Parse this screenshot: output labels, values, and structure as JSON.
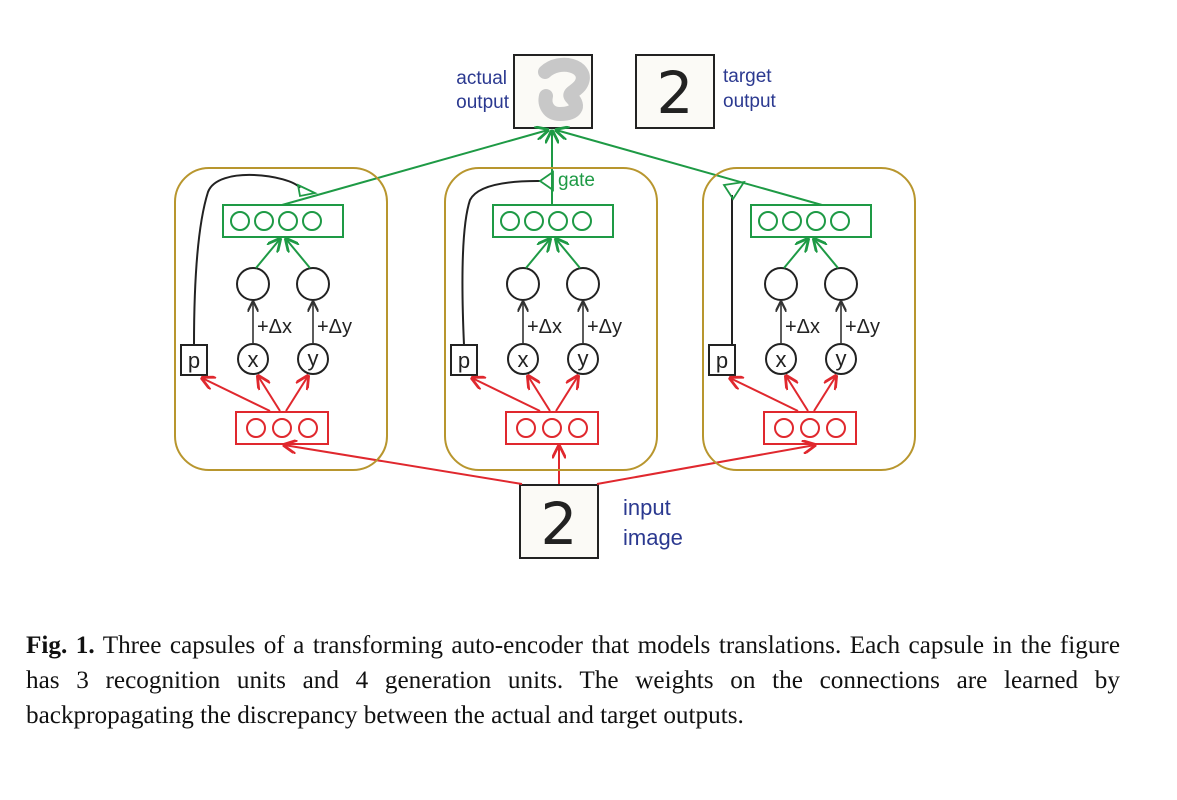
{
  "figure": {
    "output_labels": {
      "actual": [
        "actual",
        "output"
      ],
      "target": [
        "target",
        "output"
      ]
    },
    "input_label": [
      "input",
      "image"
    ],
    "gate_label": "gate",
    "capsules": [
      {
        "p": "p",
        "x": "x",
        "y": "y",
        "dx": "+Δx",
        "dy": "+Δy"
      },
      {
        "p": "p",
        "x": "x",
        "y": "y",
        "dx": "+Δx",
        "dy": "+Δy"
      },
      {
        "p": "p",
        "x": "x",
        "y": "y",
        "dx": "+Δx",
        "dy": "+Δy"
      }
    ],
    "recognition_units": 3,
    "generation_units": 4,
    "digit_glyph": "2",
    "colors": {
      "capsule_border": "#b8962e",
      "generation": "#1e9a45",
      "recognition": "#e0282e",
      "label_text": "#2b3990",
      "gate_wire": "#222222"
    }
  },
  "caption": {
    "label": "Fig. 1.",
    "text": "Three capsules of a transforming auto-encoder that models translations. Each capsule in the figure has 3 recognition units and 4 generation units. The weights on the connections are learned by backpropagating the discrepancy between the actual and target outputs."
  }
}
